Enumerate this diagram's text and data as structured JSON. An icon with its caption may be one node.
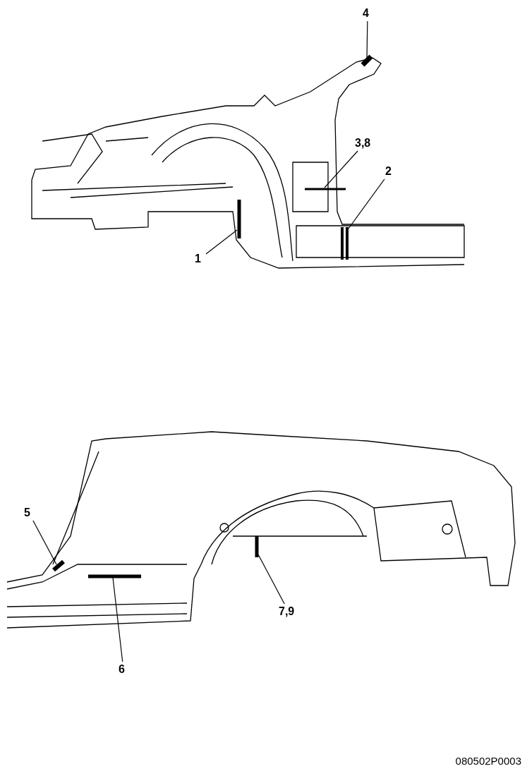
{
  "diagram": {
    "nodes": [
      {
        "text": [
          "4"
        ]
      },
      {
        "text": [],
        "shape": "bar"
      },
      {
        "text": [
          "3,8"
        ]
      },
      {
        "text": [],
        "shape": "bar"
      },
      {
        "text": [
          "2"
        ]
      },
      {
        "text": [],
        "shape": "bar"
      },
      {
        "text": [
          "1"
        ]
      },
      {
        "text": [],
        "shape": "bar"
      },
      {
        "text": [
          "5"
        ]
      },
      {
        "text": [],
        "shape": "bar"
      },
      {
        "text": [
          "6"
        ]
      },
      {
        "text": [],
        "shape": "bar"
      },
      {
        "text": [
          "7,9"
        ]
      },
      {
        "text": [],
        "shape": "bar"
      }
    ],
    "edges": [
      {
        "from": 0,
        "to": 1,
        "arrow": "none"
      },
      {
        "from": 2,
        "to": 3,
        "arrow": "none"
      },
      {
        "from": 4,
        "to": 5,
        "arrow": "none"
      },
      {
        "from": 6,
        "to": 7,
        "arrow": "none"
      },
      {
        "from": 8,
        "to": 9,
        "arrow": "none"
      },
      {
        "from": 10,
        "to": 11,
        "arrow": "none"
      },
      {
        "from": 12,
        "to": 13,
        "arrow": "none"
      }
    ],
    "labels": [
      "080502P0003"
    ]
  }
}
